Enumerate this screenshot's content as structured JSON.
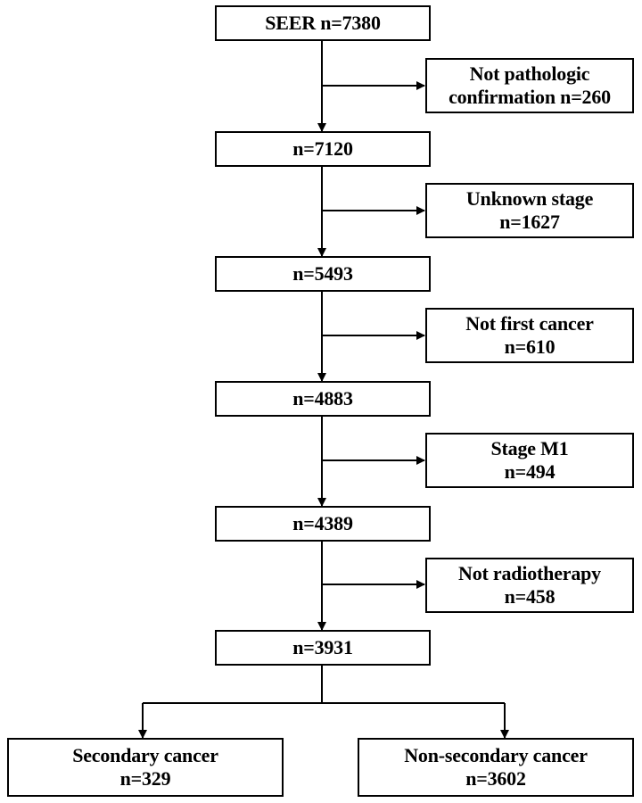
{
  "flowchart": {
    "source": {
      "label": "SEER",
      "count": "n=7380"
    },
    "main_steps": [
      {
        "label": "n=7120"
      },
      {
        "label": "n=5493"
      },
      {
        "label": "n=4883"
      },
      {
        "label": "n=4389"
      },
      {
        "label": "n=3931"
      }
    ],
    "exclusions": [
      {
        "line1": "Not pathologic",
        "line2": "confirmation n=260"
      },
      {
        "line1": "Unknown stage",
        "line2": "n=1627"
      },
      {
        "line1": "Not first cancer",
        "line2": "n=610"
      },
      {
        "line1": "Stage M1",
        "line2": "n=494"
      },
      {
        "line1": "Not radiotherapy",
        "line2": "n=458"
      }
    ],
    "outcomes": [
      {
        "label": "Secondary cancer",
        "count": "n=329"
      },
      {
        "label": "Non-secondary cancer",
        "count": "n=3602"
      }
    ]
  }
}
